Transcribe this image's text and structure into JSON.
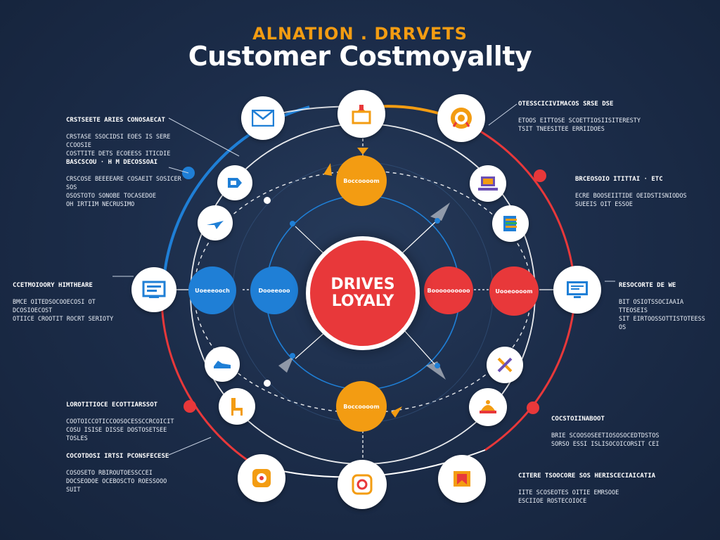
{
  "header": {
    "kicker": "ALNATION . DRRVETS",
    "title": "Customer Costmoyallty"
  },
  "center": {
    "line1": "DRIVES",
    "line2": "LOYALY"
  },
  "hubs": {
    "top": "Boccoooom",
    "bottom": "Boccoooom",
    "left_outer": "Uoeeeooch",
    "left_inner": "Dooeeooo",
    "right_inner": "Boooooooooo",
    "right_outer": "Uooeoooom"
  },
  "notes": {
    "top_left": {
      "heading": "CRSTSEETE ARIES CONOSAECAT",
      "body": "CRSTASE SSOCIDSI EOES IS SERE CCOOSIE\nCOSTTITE DETS ECOEESS ITICDIE"
    },
    "mid_left": {
      "heading": "BASCSCOU · H M DECOSSOAI",
      "body": "CRSCOSE BEEEEARE COSAEIT SOSICER SOS\nOSOSTOTO SONOBE TOCASEDOE\nOH IRTIIM NECRUSIMO"
    },
    "left": {
      "heading": "CCETMOIOORY HIMTHEARE",
      "body": "BMCE OITEDSOCOOECOSI OT DCOSIOECOST\nOTIICE CROOTIT ROCRT SERIOTY"
    },
    "bottom_left": {
      "heading": "LOROTITIOCE ECOTTIARSSOT",
      "body": "COOTOICCOTICCOOSOCESSCCRCOICIT\nCOSU ISISE DISSE DOSTOSETSEE\nTOSLES"
    },
    "bottom_left2": {
      "heading": "COCOTDOSI IRTSI PCONSFECESE",
      "body": "COSOSETO RBIROUTOESSCCEI\nDOCSEODOE OCEBOSCTO ROESSOOO\nSUIT"
    },
    "top_right": {
      "heading": "OTESSCICIVIMACOS SRSE DSE",
      "body": "ETOOS EITTOSE SCOETTIOSIISITERESTY\nTSIT TNEESITEE ERRIIDOES"
    },
    "mid_right": {
      "heading": "BRCEOSOIO ITITTAI · ETC",
      "body": "ECRE BOOSEIITIDE OEIDSTISNIODOS\nSUEEIS OIT ESSOE"
    },
    "right": {
      "heading": "RESOCORTE DE WE",
      "body": "BIT OSIOTSSOCIAAIA TTEOSEIS\nSIT EIRTOOSSOTTISTOTEESS OS"
    },
    "bottom_right": {
      "heading": "COCSTOIINABOOT",
      "body": "BRIE SCOOSOSEETIOSOSOCEDTDSTOS\nSORSO ESSI ISLISOCOICORSIT CEI"
    },
    "bottom_right2": {
      "heading": "CITERE TSOOCORE SOS HERISCECIAICATIA",
      "body": "IITE SCOSEOTES OITIE EMRSOOE\nESCIIOE ROSTECOIOCE"
    }
  },
  "colors": {
    "blue": "#1f7fd6",
    "orange": "#f39c12",
    "red": "#e8383a",
    "navy": "#1c2d4a"
  },
  "icons": [
    "envelope-icon",
    "trophy-icon",
    "gear-badge-icon",
    "tag-icon",
    "laptop-icon",
    "airplane-icon",
    "document-list-icon",
    "screen-icon",
    "monitor-icon",
    "shoe-icon",
    "tools-icon",
    "chair-icon",
    "bell-icon",
    "camera-icon",
    "camera-square-icon",
    "flag-icon"
  ]
}
